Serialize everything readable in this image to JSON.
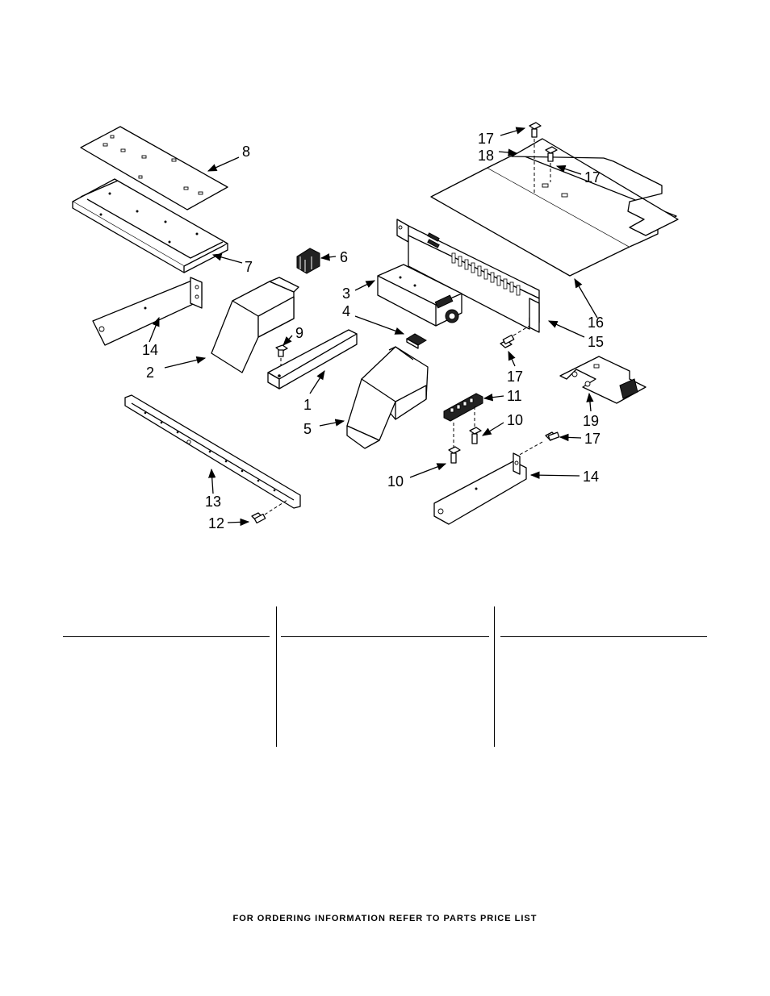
{
  "diagram": {
    "callouts": [
      "1",
      "2",
      "3",
      "4",
      "5",
      "6",
      "7",
      "8",
      "9",
      "10",
      "10",
      "11",
      "12",
      "13",
      "14",
      "14",
      "15",
      "16",
      "17",
      "17",
      "17",
      "17",
      "18",
      "19"
    ]
  },
  "footer": {
    "text": "FOR ORDERING INFORMATION REFER TO PARTS PRICE LIST"
  }
}
